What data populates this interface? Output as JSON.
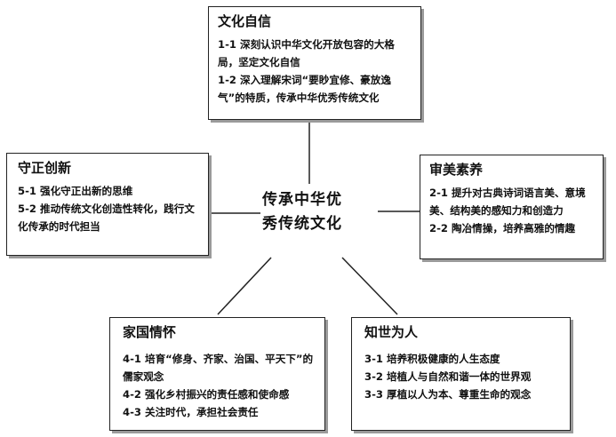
{
  "center": {
    "line1": "传承中华优",
    "line2": "秀传统文化"
  },
  "boxes": {
    "culture": {
      "title": "文化自信",
      "items": [
        "1-1 深刻认识中华文化开放包容的大格局，坚定文化自信",
        "1-2 深入理解宋词“要眇宜修、豪放逸气”的特质，传承中华优秀传统文化"
      ]
    },
    "aesthetics": {
      "title": "审美素养",
      "items": [
        "2-1 提升对古典诗词语言美、意境美、结构美的感知力和创造力",
        "2-2 陶冶情操，培养高雅的情趣"
      ]
    },
    "innovation": {
      "title": "守正创新",
      "items": [
        "5-1 强化守正出新的思维",
        "5-2 推动传统文化创造性转化，践行文化传承的时代担当"
      ]
    },
    "nation": {
      "title": "家国情怀",
      "items": [
        "4-1 培育“修身、齐家、治国、平天下”的儒家观念",
        "4-2 强化乡村振兴的责任感和使命感",
        "4-3 关注时代，承担社会责任"
      ]
    },
    "world": {
      "title": "知世为人",
      "items": [
        "3-1 培养积极健康的人生态度",
        "3-2 培植人与自然和谐一体的世界观",
        "3-3 厚植以人为本、尊重生命的观念"
      ]
    }
  }
}
